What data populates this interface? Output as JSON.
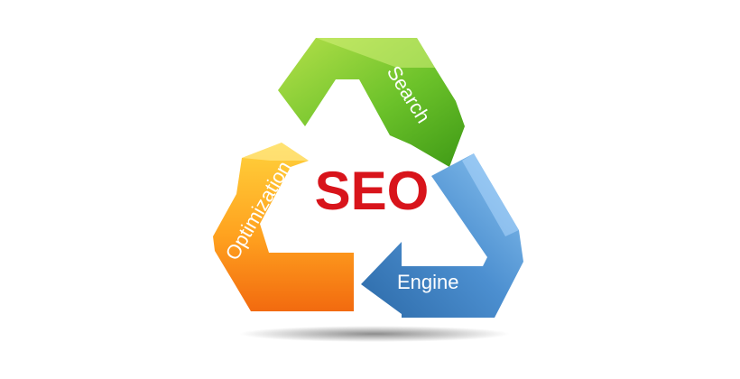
{
  "diagram": {
    "center_label": "SEO",
    "arrows": [
      {
        "label": "Search",
        "color_light": "#b5e04a",
        "color_dark": "#3f9a16"
      },
      {
        "label": "Engine",
        "color_light": "#8cc4f0",
        "color_dark": "#2c6aa8"
      },
      {
        "label": "Optimization",
        "color_light": "#ffd23c",
        "color_dark": "#f26a0f"
      }
    ],
    "title_color": "#d8141b"
  }
}
